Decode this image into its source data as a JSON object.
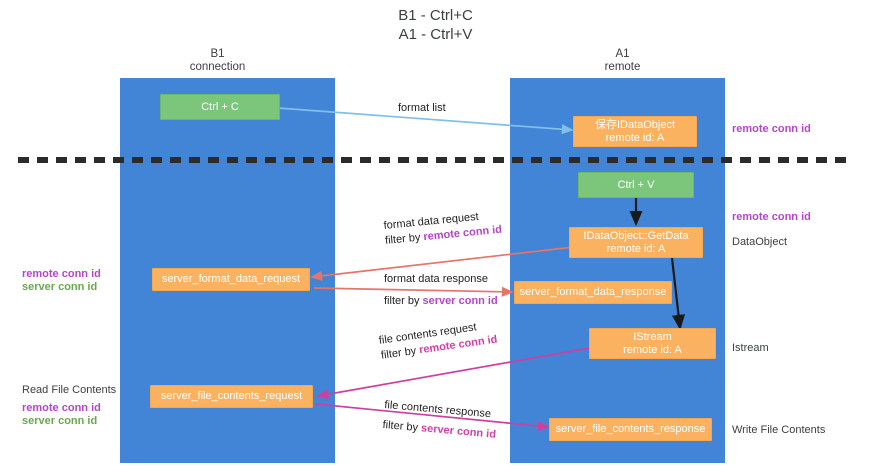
{
  "title": {
    "line1": "B1 - Ctrl+C",
    "line2": "A1 - Ctrl+V"
  },
  "columns": [
    {
      "name": "B1",
      "role": "connection"
    },
    {
      "name": "A1",
      "role": "remote"
    }
  ],
  "nodes": {
    "ctrl_c": {
      "line1": "Ctrl + C",
      "line2": ""
    },
    "save_idataobject": {
      "line1": "保存IDataObject",
      "line2": "remote id: A"
    },
    "ctrl_v": {
      "line1": "Ctrl + V",
      "line2": ""
    },
    "getdata": {
      "line1": "IDataObject::GetData",
      "line2": "remote id: A"
    },
    "fmt_request": {
      "line1": "server_format_data_request",
      "line2": ""
    },
    "fmt_response": {
      "line1": "server_format_data_response",
      "line2": ""
    },
    "istream": {
      "line1": "IStream",
      "line2": "remote id: A"
    },
    "file_request": {
      "line1": "server_file_contents_request",
      "line2": ""
    },
    "file_response": {
      "line1": "server_file_contents_response",
      "line2": ""
    }
  },
  "edge_labels": {
    "format_list": "format list",
    "fmt_req_l1": "format data request",
    "fmt_req_l2a": "filter by ",
    "fmt_req_l2b": "remote conn id",
    "fmt_res_l1": "format data response",
    "fmt_res_l2a": "filter by ",
    "fmt_res_l2b": "server conn id",
    "file_req_l1": "file contents request",
    "file_req_l2a": "filter by ",
    "file_req_l2b": "remote conn id",
    "file_res_l1": "file contents response",
    "file_res_l2a": "filter by ",
    "file_res_l2b": "server conn id"
  },
  "side_labels": {
    "right_remote_conn_1": "remote conn id",
    "right_remote_conn_2": "remote conn id",
    "right_dataobject": "DataObject",
    "right_istream": "Istream",
    "right_write_file": "Write File Contents",
    "left_remote_conn": "remote conn id",
    "left_server_conn": "server conn id",
    "left_read_file": "Read File Contents",
    "left_remote_conn_2": "remote conn id",
    "left_server_conn_2": "server conn id"
  },
  "colors": {
    "lane": "#4285d6",
    "green_node": "#7cc67c",
    "orange_node": "#fbb260",
    "purple": "#b446c8",
    "green_text": "#6aa84f",
    "magenta": "#d13fa8",
    "red_arrow": "#e8736a",
    "blue_arrow": "#7fbfe8",
    "divider": "#2b2b2b"
  }
}
